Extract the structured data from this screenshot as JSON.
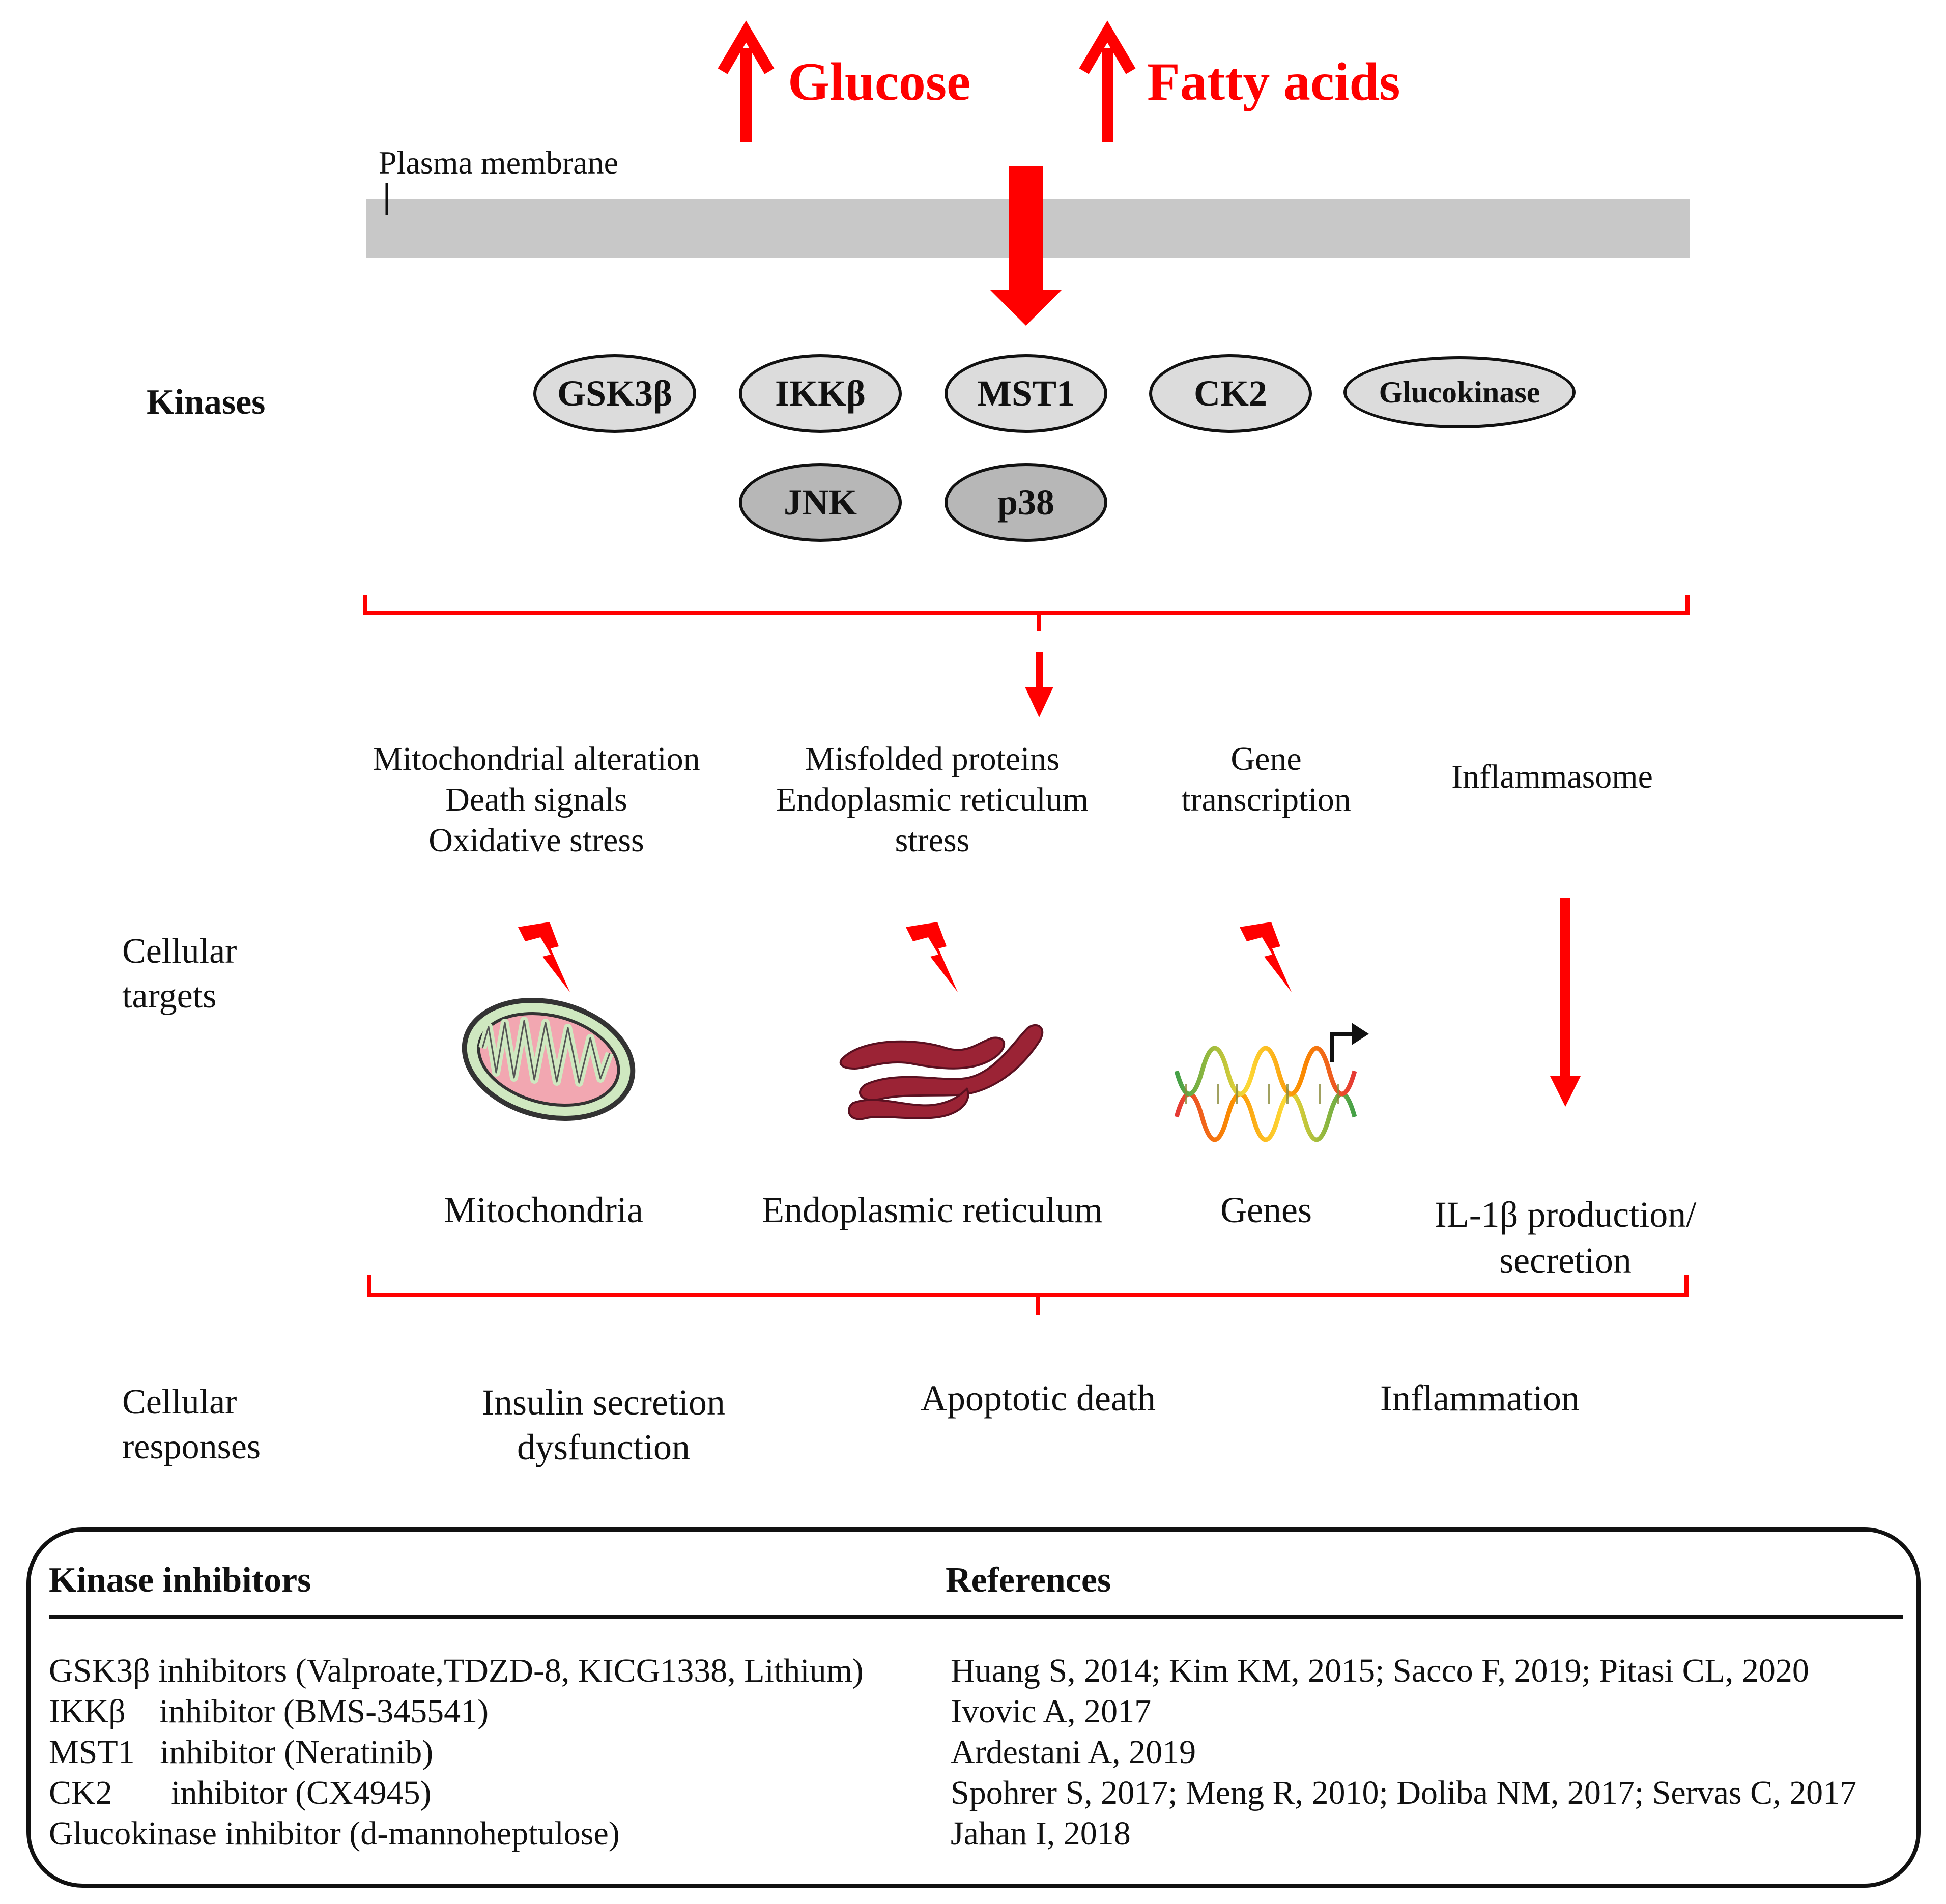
{
  "top": {
    "glucose_label": "Glucose",
    "fatty_acids_label": "Fatty acids",
    "membrane_label": "Plasma membrane"
  },
  "kinases": {
    "row_label": "Kinases",
    "items": [
      "GSK3β",
      "IKKβ",
      "MST1",
      "CK2",
      "Glucokinase",
      "JNK",
      "p38"
    ]
  },
  "stresses": {
    "mito": [
      "Mitochondrial alteration",
      "Death signals",
      "Oxidative stress"
    ],
    "er": [
      "Misfolded proteins",
      "Endoplasmic reticulum",
      "stress"
    ],
    "gene": [
      "Gene",
      "transcription"
    ],
    "inflammasome": "Inflammasome"
  },
  "targets": {
    "row_label": [
      "Cellular",
      "targets"
    ],
    "mitochondria": "Mitochondria",
    "er": "Endoplasmic reticulum",
    "genes": "Genes",
    "il1b": [
      "IL-1β production/",
      "secretion"
    ]
  },
  "responses": {
    "row_label": [
      "Cellular",
      "responses"
    ],
    "insulin": [
      "Insulin secretion",
      "dysfunction"
    ],
    "apoptosis": "Apoptotic death",
    "inflammation": "Inflammation"
  },
  "inhibitors_table": {
    "header_left": "Kinase inhibitors",
    "header_right": "References",
    "rows": [
      {
        "inhibitor": "GSK3β inhibitors (Valproate,TDZD-8, KICG1338, Lithium)",
        "refs": "Huang S, 2014; Kim KM, 2015; Sacco F, 2019; Pitasi CL, 2020"
      },
      {
        "inhibitor": "IKKβ    inhibitor (BMS-345541)",
        "refs": "Ivovic A, 2017"
      },
      {
        "inhibitor": "MST1   inhibitor (Neratinib)",
        "refs": "Ardestani A, 2019"
      },
      {
        "inhibitor": "CK2       inhibitor (CX4945)",
        "refs": "Spohrer S, 2017; Meng R, 2010; Doliba NM, 2017; Servas C, 2017"
      },
      {
        "inhibitor": "Glucokinase inhibitor (d-mannoheptulose)",
        "refs": "Jahan I, 2018"
      }
    ]
  },
  "colors": {
    "arrow_red": "#ff0000",
    "membrane_gray": "#c8c8c8",
    "kinase_fill_light": "#dcdcdc",
    "kinase_fill_dark": "#b7b7b7",
    "er_color": "#9b2335",
    "mito_pink": "#f2a7b1",
    "mito_green": "#cfe8c0"
  },
  "icons": [
    "up-arrow-icon",
    "down-arrow-icon",
    "lightning-icon",
    "mitochondrion-icon",
    "endoplasmic-reticulum-icon",
    "dna-icon",
    "promoter-arrow-icon"
  ]
}
